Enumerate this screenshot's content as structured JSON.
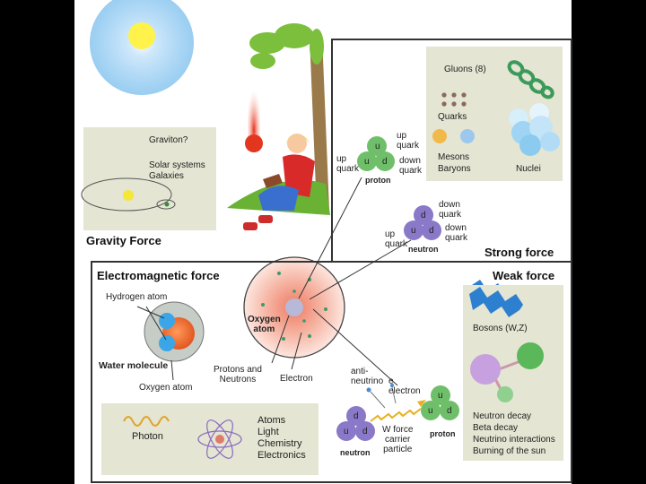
{
  "gravity": {
    "title": "Gravity Force",
    "panel_lines": [
      "Graviton?",
      "Solar systems",
      "Galaxies"
    ]
  },
  "strong": {
    "title": "Strong force",
    "panel": {
      "gluons": "Gluons (8)",
      "quarks": "Quarks",
      "mesons": "Mesons",
      "baryons": "Baryons",
      "nuclei": "Nuclei"
    },
    "proton": {
      "up1": "up\nquark",
      "up2": "up\nquark",
      "down": "down\nquark",
      "name": "proton"
    },
    "neutron": {
      "down1": "down\nquark",
      "down2": "down\nquark",
      "up": "up\nquark",
      "name": "neutron"
    }
  },
  "em": {
    "title": "Electromagnetic force",
    "hydrogen": "Hydrogen atom",
    "water": "Water molecule",
    "oxygen_atom": "Oxygen atom",
    "oxygen_center": "Oxygen\natom",
    "protons_neutrons": "Protons and\nNeutrons",
    "electron": "Electron",
    "photon": "Photon",
    "uses": [
      "Atoms",
      "Light",
      "Chemistry",
      "Electronics"
    ]
  },
  "weak": {
    "title": "Weak force",
    "bosons": "Bosons (W,Z)",
    "uses": [
      "Neutron decay",
      "Beta decay",
      "Neutrino interactions",
      "Burning of the sun"
    ],
    "antineutrino": "anti-\nneutrino",
    "electron": "e\nelectron",
    "wforce": "W force\ncarrier\nparticle",
    "proton": "proton",
    "neutron": "neutron"
  },
  "quark_letters": {
    "u": "u",
    "d": "d"
  },
  "colors": {
    "panel": "#e4e5d2",
    "proton_quark": "#6fbf6a",
    "neutron_quark": "#8a78c8",
    "atom_glow": "#f4a08a",
    "sun": "#fff24a",
    "sky": "#8ec8f0"
  }
}
